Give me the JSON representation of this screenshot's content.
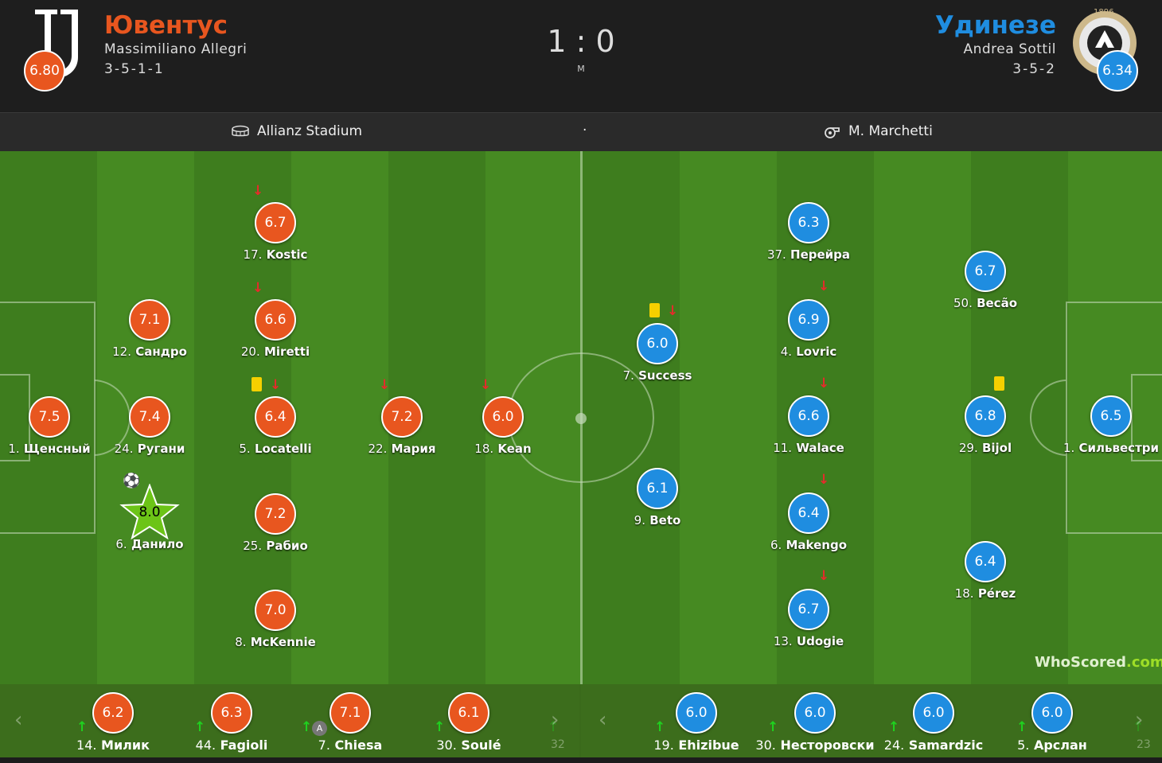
{
  "header": {
    "home": {
      "name": "Ювентус",
      "coach": "Massimiliano Allegri",
      "formation": "3-5-1-1",
      "rating": "6.80",
      "color": "#e8561f"
    },
    "away": {
      "name": "Удинезе",
      "coach": "Andrea Sottil",
      "formation": "3-5-2",
      "rating": "6.34",
      "color": "#1f8de0",
      "badge_year": "1896"
    },
    "score": "1 : 0",
    "status": "M"
  },
  "info": {
    "stadium": "Allianz Stadium",
    "separator": "·",
    "referee": "M. Marchetti"
  },
  "home_players": [
    {
      "num": "17.",
      "name": "Kostic",
      "rating": "6.7",
      "sub_off": true
    },
    {
      "num": "20.",
      "name": "Miretti",
      "rating": "6.6",
      "sub_off": true
    },
    {
      "num": "12.",
      "name": "Сандро",
      "rating": "7.1"
    },
    {
      "num": "1.",
      "name": "Щенсный",
      "rating": "7.5"
    },
    {
      "num": "24.",
      "name": "Ругани",
      "rating": "7.4"
    },
    {
      "num": "5.",
      "name": "Locatelli",
      "rating": "6.4",
      "sub_off": true,
      "yellow_card": true
    },
    {
      "num": "22.",
      "name": "Мария",
      "rating": "7.2",
      "sub_off": true
    },
    {
      "num": "18.",
      "name": "Kean",
      "rating": "6.0",
      "sub_off": true
    },
    {
      "num": "6.",
      "name": "Данило",
      "rating": "8.0",
      "goal": true,
      "man_of_match": true
    },
    {
      "num": "25.",
      "name": "Рабио",
      "rating": "7.2"
    },
    {
      "num": "8.",
      "name": "McKennie",
      "rating": "7.0"
    }
  ],
  "away_players": [
    {
      "num": "37.",
      "name": "Перейра",
      "rating": "6.3"
    },
    {
      "num": "50.",
      "name": "Becão",
      "rating": "6.7"
    },
    {
      "num": "4.",
      "name": "Lovric",
      "rating": "6.9",
      "sub_off": true
    },
    {
      "num": "7.",
      "name": "Success",
      "rating": "6.0",
      "sub_off": true,
      "yellow_card": true
    },
    {
      "num": "11.",
      "name": "Walace",
      "rating": "6.6",
      "sub_off": true
    },
    {
      "num": "29.",
      "name": "Bijol",
      "rating": "6.8",
      "yellow_card": true
    },
    {
      "num": "1.",
      "name": "Сильвестри",
      "rating": "6.5"
    },
    {
      "num": "9.",
      "name": "Beto",
      "rating": "6.1"
    },
    {
      "num": "6.",
      "name": "Makengo",
      "rating": "6.4",
      "sub_off": true
    },
    {
      "num": "18.",
      "name": "Pérez",
      "rating": "6.4"
    },
    {
      "num": "13.",
      "name": "Udogie",
      "rating": "6.7",
      "sub_off": true
    }
  ],
  "home_subs": [
    {
      "num": "14.",
      "name": "Милик",
      "rating": "6.2"
    },
    {
      "num": "44.",
      "name": "Fagioli",
      "rating": "6.3"
    },
    {
      "num": "7.",
      "name": "Chiesa",
      "rating": "7.1",
      "assist": "A"
    },
    {
      "num": "30.",
      "name": "Soulé",
      "rating": "6.1"
    }
  ],
  "away_subs": [
    {
      "num": "19.",
      "name": "Ehizibue",
      "rating": "6.0"
    },
    {
      "num": "30.",
      "name": "Несторовски",
      "rating": "6.0"
    },
    {
      "num": "24.",
      "name": "Samardzic",
      "rating": "6.0"
    },
    {
      "num": "5.",
      "name": "Арслан",
      "rating": "6.0"
    }
  ],
  "bench_more": {
    "home": "32",
    "away": "23"
  },
  "watermark": {
    "a": "WhoScored",
    "b": ".com"
  }
}
